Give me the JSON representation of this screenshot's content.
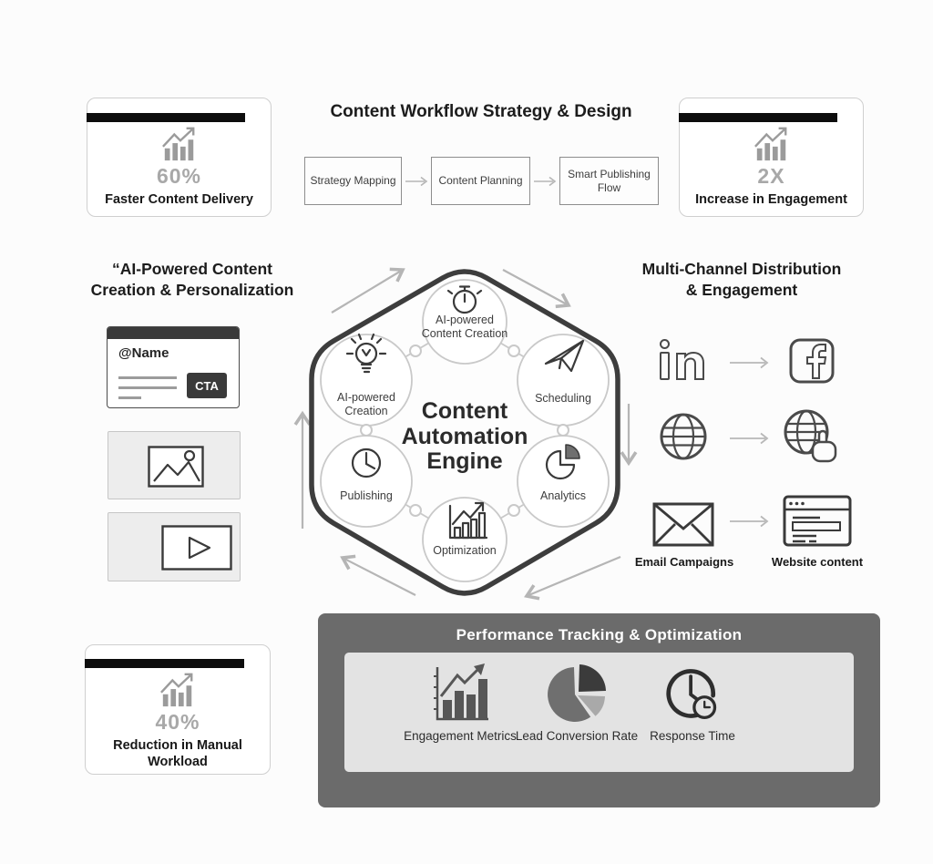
{
  "stats": {
    "top_left": {
      "value": "60%",
      "label": "Faster Content Delivery"
    },
    "top_right": {
      "value": "2X",
      "label": "Increase in Engagement"
    },
    "bottom_left": {
      "value": "40%",
      "label": "Reduction in Manual Workload"
    }
  },
  "workflow": {
    "title": "Content Workflow Strategy & Design",
    "steps": [
      "Strategy Mapping",
      "Content Planning",
      "Smart Publishing Flow"
    ]
  },
  "ai_creation": {
    "title_lines": [
      "“AI-Powered Content",
      "Creation & Personalization"
    ],
    "mock_post": {
      "username": "@Name",
      "cta_label": "CTA"
    }
  },
  "engine": {
    "title_lines": [
      "Content",
      "Automation",
      "Engine"
    ],
    "nodes": {
      "top": "AI-powered Content Creation",
      "upper_left": "AI-powered Creation",
      "upper_right": "Scheduling",
      "lower_left": "Publishing",
      "lower_right": "Analytics",
      "bottom": "Optimization"
    }
  },
  "distribution": {
    "title_lines": [
      "Multi-Channel Distribution",
      "& Engagement"
    ],
    "email_label": "Email Campaigns",
    "website_label": "Website content"
  },
  "performance": {
    "title": "Performance Tracking & Optimization",
    "metrics": [
      {
        "label": "Engagement Metrics"
      },
      {
        "label": "Lead Conversion Rate"
      },
      {
        "label": "Response Time"
      }
    ]
  },
  "colors": {
    "top_bar": "#0d0d0d",
    "stat_value": "#a8a8a8",
    "hexagon": "#3d3d3d",
    "blob_stroke": "#c9c9c9",
    "cycle_arrow": "#b5b5b5",
    "icon_dark": "#3a3a3a",
    "dark_panel": "#6b6b6b",
    "panel_inner": "#e3e3e3"
  }
}
